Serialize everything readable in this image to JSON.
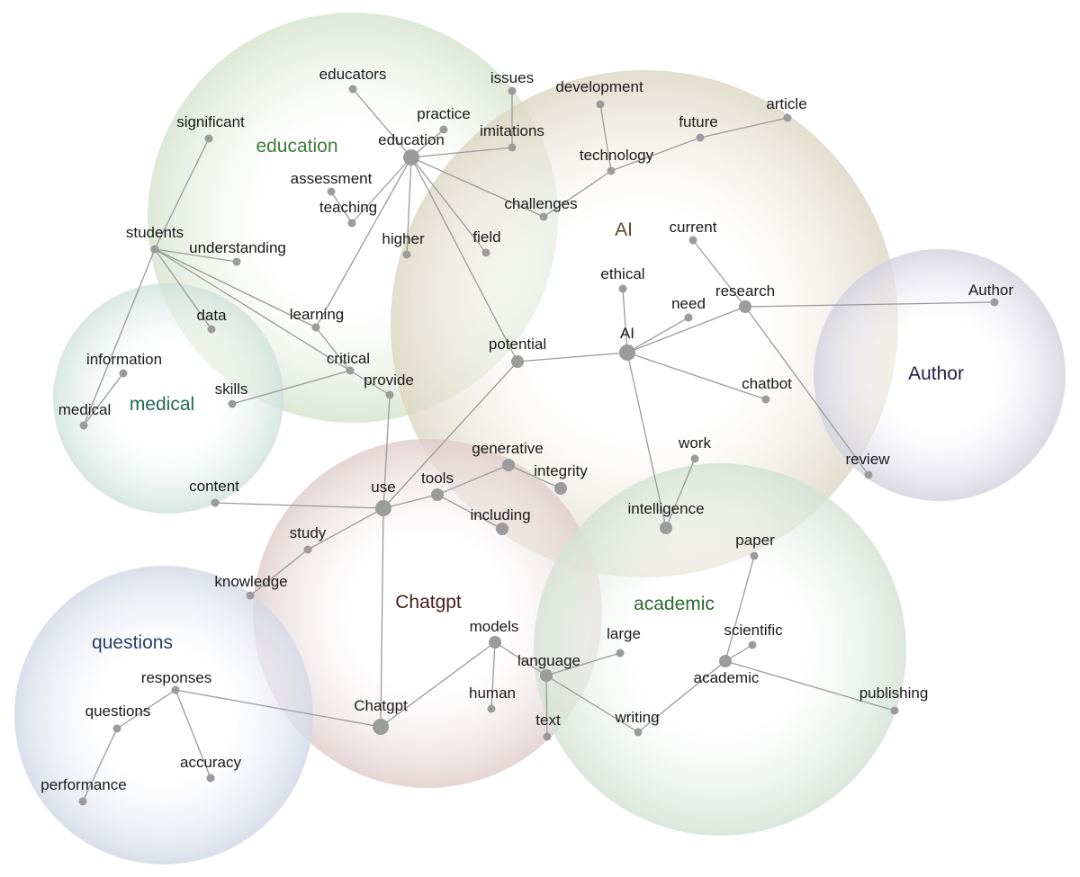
{
  "clusters": [
    {
      "id": "education",
      "label": "education",
      "color": "#3f7a3a",
      "fill": "#d6e3cd"
    },
    {
      "id": "ai",
      "label": "AI",
      "color": "#5a4a2e",
      "fill": "#dcd6c3"
    },
    {
      "id": "author",
      "label": "Author",
      "color": "#1e1e40",
      "fill": "#d3d2df"
    },
    {
      "id": "medical",
      "label": "medical",
      "color": "#1f6b55",
      "fill": "#cfe2db"
    },
    {
      "id": "chatgpt",
      "label": "Chatgpt",
      "color": "#4a1c1c",
      "fill": "#e0cccc"
    },
    {
      "id": "academic",
      "label": "academic",
      "color": "#2e6b2e",
      "fill": "#d3e2d5"
    },
    {
      "id": "questions",
      "label": "questions",
      "color": "#2a3f6b",
      "fill": "#d3d8e6"
    }
  ],
  "nodes": [
    {
      "id": "educators",
      "label": "educators"
    },
    {
      "id": "issues",
      "label": "issues"
    },
    {
      "id": "development",
      "label": "development"
    },
    {
      "id": "article",
      "label": "article"
    },
    {
      "id": "practice",
      "label": "practice"
    },
    {
      "id": "future",
      "label": "future"
    },
    {
      "id": "significant",
      "label": "significant"
    },
    {
      "id": "education_n",
      "label": "education"
    },
    {
      "id": "imitations",
      "label": "imitations"
    },
    {
      "id": "technology",
      "label": "technology"
    },
    {
      "id": "assessment",
      "label": "assessment"
    },
    {
      "id": "teaching",
      "label": "teaching"
    },
    {
      "id": "challenges",
      "label": "challenges"
    },
    {
      "id": "students",
      "label": "students"
    },
    {
      "id": "understanding",
      "label": "understanding"
    },
    {
      "id": "higher",
      "label": "higher"
    },
    {
      "id": "field",
      "label": "field"
    },
    {
      "id": "current",
      "label": "current"
    },
    {
      "id": "ethical",
      "label": "ethical"
    },
    {
      "id": "research",
      "label": "research"
    },
    {
      "id": "author_n",
      "label": "Author"
    },
    {
      "id": "data",
      "label": "data"
    },
    {
      "id": "learning",
      "label": "learning"
    },
    {
      "id": "need",
      "label": "need"
    },
    {
      "id": "ai_n",
      "label": "AI"
    },
    {
      "id": "potential",
      "label": "potential"
    },
    {
      "id": "information",
      "label": "information"
    },
    {
      "id": "critical",
      "label": "critical"
    },
    {
      "id": "provide",
      "label": "provide"
    },
    {
      "id": "skills",
      "label": "skills"
    },
    {
      "id": "chatbot",
      "label": "chatbot"
    },
    {
      "id": "medical_n",
      "label": "medical"
    },
    {
      "id": "work",
      "label": "work"
    },
    {
      "id": "review",
      "label": "review"
    },
    {
      "id": "generative",
      "label": "generative"
    },
    {
      "id": "integrity",
      "label": "integrity"
    },
    {
      "id": "content",
      "label": "content"
    },
    {
      "id": "use",
      "label": "use"
    },
    {
      "id": "tools",
      "label": "tools"
    },
    {
      "id": "including",
      "label": "including"
    },
    {
      "id": "intelligence",
      "label": "intelligence"
    },
    {
      "id": "study",
      "label": "study"
    },
    {
      "id": "paper",
      "label": "paper"
    },
    {
      "id": "knowledge",
      "label": "knowledge"
    },
    {
      "id": "models",
      "label": "models"
    },
    {
      "id": "large",
      "label": "large"
    },
    {
      "id": "scientific",
      "label": "scientific"
    },
    {
      "id": "language",
      "label": "language"
    },
    {
      "id": "responses",
      "label": "responses"
    },
    {
      "id": "academic_n",
      "label": "academic"
    },
    {
      "id": "human",
      "label": "human"
    },
    {
      "id": "publishing",
      "label": "publishing"
    },
    {
      "id": "questions_n",
      "label": "questions"
    },
    {
      "id": "chatgpt_n",
      "label": "Chatgpt"
    },
    {
      "id": "text",
      "label": "text"
    },
    {
      "id": "writing",
      "label": "writing"
    },
    {
      "id": "accuracy",
      "label": "accuracy"
    },
    {
      "id": "performance",
      "label": "performance"
    }
  ],
  "edges": [
    [
      "education_n",
      "educators"
    ],
    [
      "education_n",
      "practice"
    ],
    [
      "education_n",
      "imitations"
    ],
    [
      "education_n",
      "challenges"
    ],
    [
      "education_n",
      "teaching"
    ],
    [
      "education_n",
      "higher"
    ],
    [
      "education_n",
      "field"
    ],
    [
      "education_n",
      "potential"
    ],
    [
      "education_n",
      "learning"
    ],
    [
      "issues",
      "imitations"
    ],
    [
      "challenges",
      "technology"
    ],
    [
      "technology",
      "development"
    ],
    [
      "technology",
      "future"
    ],
    [
      "future",
      "article"
    ],
    [
      "assessment",
      "teaching"
    ],
    [
      "students",
      "significant"
    ],
    [
      "students",
      "understanding"
    ],
    [
      "students",
      "data"
    ],
    [
      "students",
      "learning"
    ],
    [
      "students",
      "critical"
    ],
    [
      "students",
      "medical_n"
    ],
    [
      "information",
      "medical_n"
    ],
    [
      "learning",
      "critical"
    ],
    [
      "critical",
      "provide"
    ],
    [
      "critical",
      "skills"
    ],
    [
      "provide",
      "use"
    ],
    [
      "potential",
      "ai_n"
    ],
    [
      "potential",
      "use"
    ],
    [
      "ai_n",
      "ethical"
    ],
    [
      "ai_n",
      "need"
    ],
    [
      "ai_n",
      "research"
    ],
    [
      "ai_n",
      "chatbot"
    ],
    [
      "ai_n",
      "intelligence"
    ],
    [
      "research",
      "current"
    ],
    [
      "research",
      "author_n"
    ],
    [
      "research",
      "review"
    ],
    [
      "work",
      "intelligence"
    ],
    [
      "use",
      "content"
    ],
    [
      "use",
      "tools"
    ],
    [
      "use",
      "study"
    ],
    [
      "use",
      "chatgpt_n"
    ],
    [
      "tools",
      "generative"
    ],
    [
      "generative",
      "integrity"
    ],
    [
      "tools",
      "including"
    ],
    [
      "study",
      "knowledge"
    ],
    [
      "chatgpt_n",
      "models"
    ],
    [
      "chatgpt_n",
      "responses"
    ],
    [
      "models",
      "human"
    ],
    [
      "models",
      "language"
    ],
    [
      "language",
      "large"
    ],
    [
      "language",
      "text"
    ],
    [
      "language",
      "writing"
    ],
    [
      "writing",
      "academic_n"
    ],
    [
      "academic_n",
      "paper"
    ],
    [
      "academic_n",
      "scientific"
    ],
    [
      "academic_n",
      "publishing"
    ],
    [
      "responses",
      "questions_n"
    ],
    [
      "responses",
      "accuracy"
    ],
    [
      "questions_n",
      "performance"
    ]
  ]
}
